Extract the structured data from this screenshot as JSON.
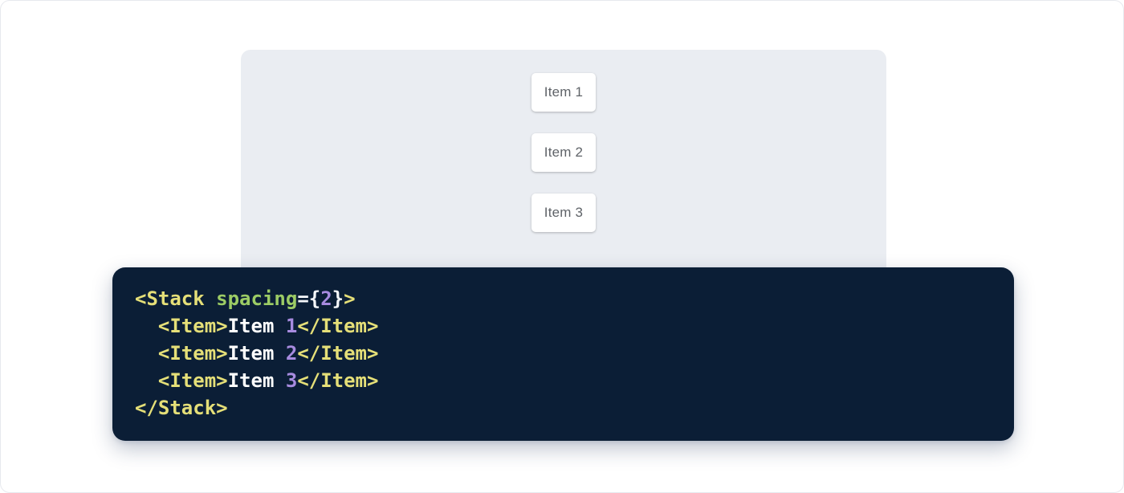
{
  "page": {
    "background": "#ffffff",
    "border_color": "#e7e9ee"
  },
  "demo": {
    "panel_color": "#EAEDF2",
    "item_text_color": "#5f6368",
    "items": [
      {
        "label": "Item 1"
      },
      {
        "label": "Item 2"
      },
      {
        "label": "Item 3"
      }
    ]
  },
  "code": {
    "background": "#0B1E36",
    "palette": {
      "tag": "#E5DF78",
      "attr": "#9CCC65",
      "num": "#A78BDF",
      "punct": "#F5F7FA",
      "text": "#FFFFFF"
    },
    "lines": [
      [
        {
          "t": "<Stack",
          "c": "tag"
        },
        {
          "t": " ",
          "c": "text"
        },
        {
          "t": "spacing",
          "c": "attr"
        },
        {
          "t": "=",
          "c": "punct"
        },
        {
          "t": "{",
          "c": "punct"
        },
        {
          "t": "2",
          "c": "num"
        },
        {
          "t": "}",
          "c": "punct"
        },
        {
          "t": ">",
          "c": "tag"
        }
      ],
      [
        {
          "t": "  ",
          "c": "text"
        },
        {
          "t": "<Item>",
          "c": "tag"
        },
        {
          "t": "Item ",
          "c": "text"
        },
        {
          "t": "1",
          "c": "num"
        },
        {
          "t": "</Item>",
          "c": "tag"
        }
      ],
      [
        {
          "t": "  ",
          "c": "text"
        },
        {
          "t": "<Item>",
          "c": "tag"
        },
        {
          "t": "Item ",
          "c": "text"
        },
        {
          "t": "2",
          "c": "num"
        },
        {
          "t": "</Item>",
          "c": "tag"
        }
      ],
      [
        {
          "t": "  ",
          "c": "text"
        },
        {
          "t": "<Item>",
          "c": "tag"
        },
        {
          "t": "Item ",
          "c": "text"
        },
        {
          "t": "3",
          "c": "num"
        },
        {
          "t": "</Item>",
          "c": "tag"
        }
      ],
      [
        {
          "t": "</Stack>",
          "c": "tag"
        }
      ]
    ]
  }
}
